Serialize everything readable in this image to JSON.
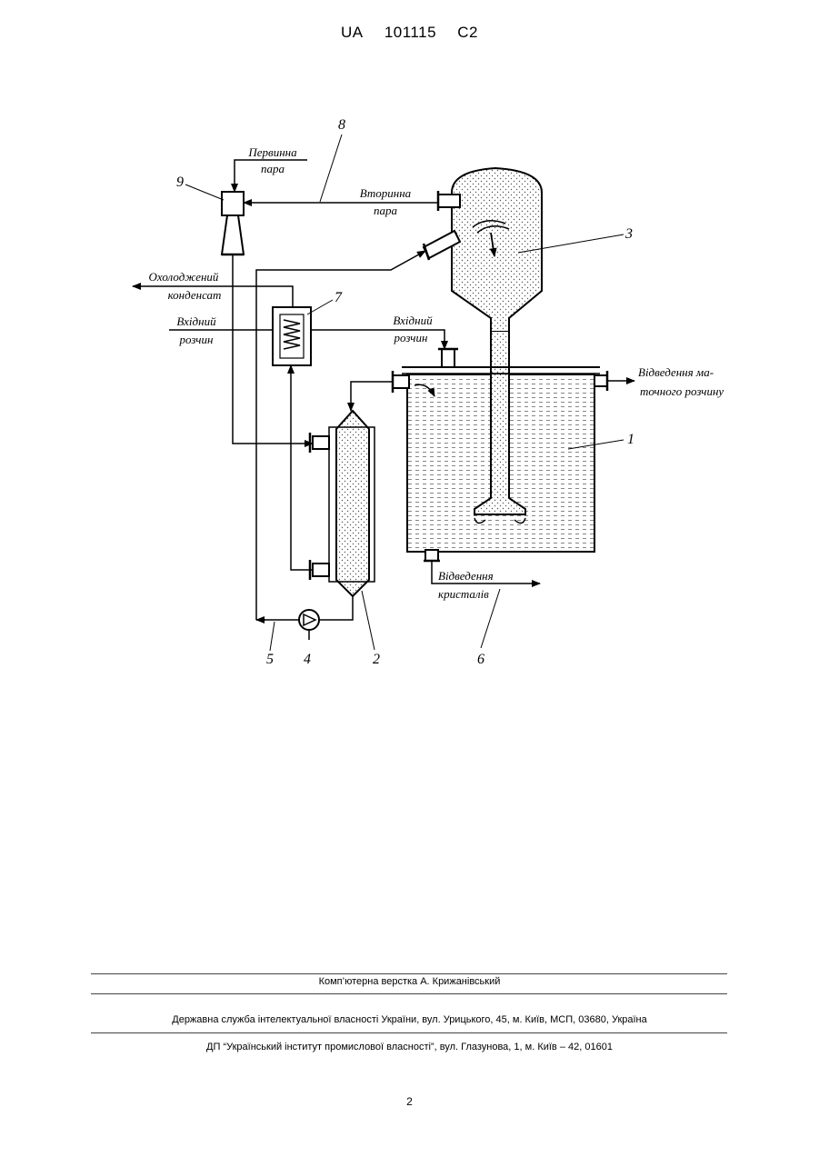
{
  "header": {
    "country": "UA",
    "number": "101115",
    "kind": "C2"
  },
  "diagram": {
    "labels": {
      "primary_steam_1": "Первинна",
      "primary_steam_2": "пара",
      "secondary_steam_1": "Вторинна",
      "secondary_steam_2": "пара",
      "cooled_condensate_1": "Охолоджений",
      "cooled_condensate_2": "конденсат",
      "input_solution_left_1": "Вхідний",
      "input_solution_left_2": "розчин",
      "input_solution_right_1": "Вхідний",
      "input_solution_right_2": "розчин",
      "mother_liquor_1": "Відведення ма-",
      "mother_liquor_2": "точного розчину",
      "crystals_1": "Відведення",
      "crystals_2": "кристалів"
    },
    "numbers": {
      "n1": "1",
      "n2": "2",
      "n3": "3",
      "n4": "4",
      "n5": "5",
      "n6": "6",
      "n7": "7",
      "n8": "8",
      "n9": "9"
    }
  },
  "footer": {
    "layout": "Комп’ютерна верстка А. Крижанівський",
    "service": "Державна служба інтелектуальної власності України, вул. Урицького, 45, м. Київ, МСП, 03680, Україна",
    "institute": "ДП “Український інститут промислової власності”, вул. Глазунова, 1, м. Київ – 42, 01601"
  },
  "page_number": "2"
}
